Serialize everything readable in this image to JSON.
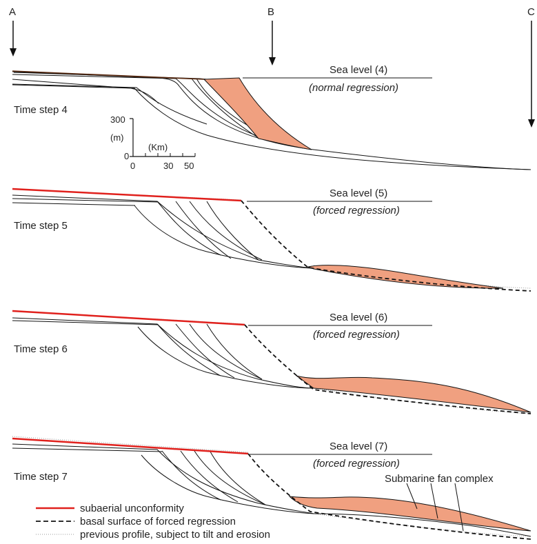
{
  "arrows": {
    "a": "A",
    "b": "B",
    "c": "C"
  },
  "steps": [
    {
      "time_step": "Time step 4",
      "sea_level": "Sea level (4)",
      "regression": "(normal regression)"
    },
    {
      "time_step": "Time step 5",
      "sea_level": "Sea level (5)",
      "regression": "(forced regression)"
    },
    {
      "time_step": "Time step 6",
      "sea_level": "Sea level (6)",
      "regression": "(forced regression)"
    },
    {
      "time_step": "Time step 7",
      "sea_level": "Sea level (7)",
      "regression": "(forced regression)"
    }
  ],
  "scale": {
    "y_unit": "(m)",
    "y_top": "300",
    "y_zero": "0",
    "x_unit": "(Km)",
    "x_ticks": [
      "0",
      "30",
      "50"
    ]
  },
  "annotation": "Submarine fan complex",
  "legend": [
    {
      "label": "subaerial unconformity",
      "style": "red-solid",
      "color": "#e0201c"
    },
    {
      "label": "basal surface of forced regression",
      "style": "black-dashed"
    },
    {
      "label": "previous profile, subject to tilt and erosion",
      "style": "grey-dotted"
    }
  ],
  "colors": {
    "deposit_fill": "#f0a080",
    "unconformity": "#e0201c"
  }
}
